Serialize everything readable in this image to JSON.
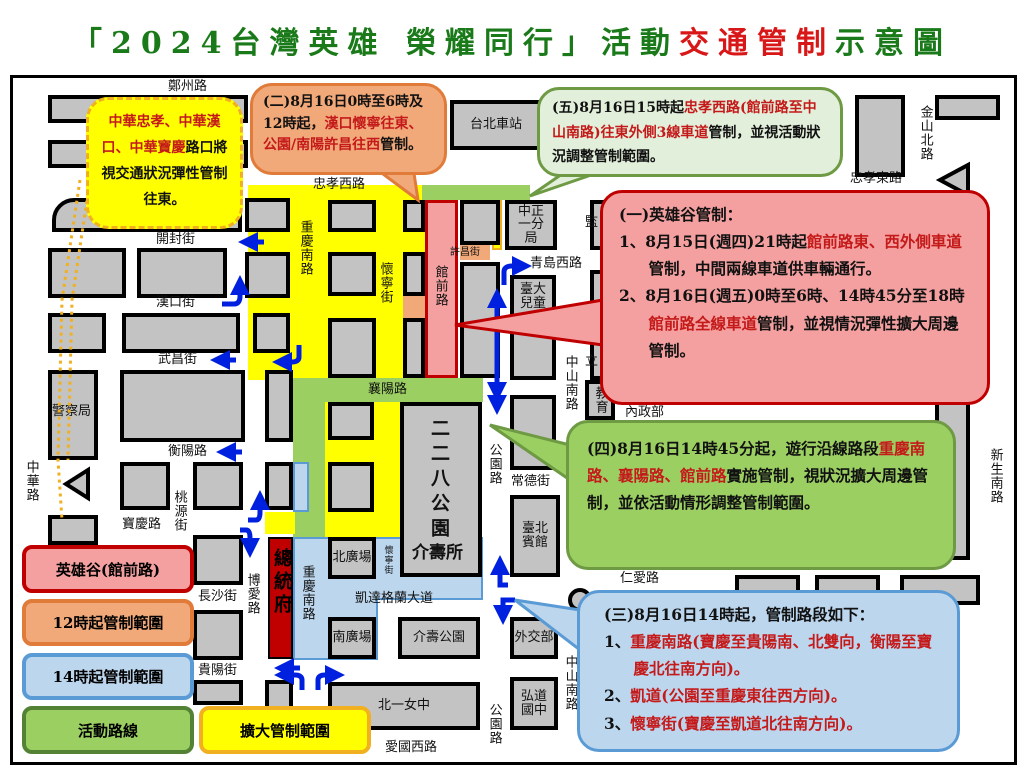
{
  "title": {
    "open": "「",
    "part1": "2024台灣英雄  榮耀同行",
    "close": "」",
    "part2": "活動",
    "red": "交通管制",
    "part3": "示意圖"
  },
  "colors": {
    "title_green": "#1a7a1a",
    "accent_red": "#c41a1a",
    "hero_valley": "#f4a0a0",
    "noon_zone": "#f2a97a",
    "afternoon_zone": "#bcd6ee",
    "route": "#9bcf62",
    "expanded": "#ffff00",
    "presidential_office": "#c00000",
    "arrow": "#0020e0"
  },
  "streets": {
    "zhengzhou": "鄭州路",
    "zhongxiao_w": "忠孝西路",
    "kaifeng": "開封街",
    "hankou": "漢口街",
    "wuchang": "武昌街",
    "hengyang": "衡陽路",
    "baoqing": "寶慶路",
    "changsha": "長沙街",
    "guiyang": "貴陽街",
    "aiguo_w": "愛國西路",
    "taoyuan": "桃源街",
    "boai": "博愛路",
    "zhonghua": "中華路",
    "chongqing_s_1": "重慶南路",
    "chongqing_s_2": "重慶南路",
    "huaining": "懷寧街",
    "huaining_small": "懷寧街",
    "guanqian": "館前路",
    "xuchang": "許昌街",
    "qingdao_w": "青島西路",
    "xiangyang": "襄陽路",
    "ketagalan": "凱達格蘭大道",
    "gongyuan_1": "公園路",
    "gongyuan_2": "公園路",
    "changde": "常德街",
    "zhongshan_s_1": "中山南路",
    "zhongshan_s_2": "中山南路",
    "renai": "仁愛路",
    "zhongxiao_e": "忠孝東路",
    "jinshan_n": "金山北路",
    "xinsheng_s": "新生南路"
  },
  "places": {
    "taipei_station": "台北車站",
    "zhongzheng_1": "中正一分局",
    "ntu_children": "臺大兒童",
    "park_228": "二二八公園",
    "jieshou_suo": "介壽所",
    "north_plaza": "北廣場",
    "south_plaza": "南廣場",
    "jieshou_park": "介壽公園",
    "presidential_office": "總統府",
    "taipei_guest_house": "臺北賓館",
    "mofa": "外交部",
    "hongdao": "弘道國中",
    "first_girls": "北一女中",
    "police": "警察局",
    "education": "教育",
    "interior": "內政部",
    "jian": "監",
    "li": "立"
  },
  "note_zhonghua": {
    "red": "中華忠孝、中華漢口、中華寶慶",
    "black": "路口將視交通狀況彈性管制往東。"
  },
  "callout_2": {
    "a": "(二)8月16日0時至6時及12時起，",
    "b": "漢口懷寧往東、公園/南陽許昌往西",
    "c": "管制。"
  },
  "callout_5": {
    "a": "(五)8月16日15時起",
    "b": "忠孝西路(館前路至中山南路)往東外側3線車道",
    "c": "管制，並視活動狀況調整管制範圍。"
  },
  "callout_1": {
    "heading": "(一)英雄谷管制：",
    "item1": {
      "a": "1、8月15日(週四)21時起",
      "b": "館前路東、西外側車道",
      "c": "管制，中間兩線車道供車輛通行。"
    },
    "item2": {
      "a": "2、8月16日(週五)0時至6時、14時45分至18時",
      "b": "館前路全線車道",
      "c": "管制，並視情況彈性擴大周邊管制。"
    }
  },
  "callout_4": {
    "a": "(四)8月16日14時45分起，遊行沿線路段",
    "b": "重慶南路、襄陽路、館前路",
    "c": "實施管制，視狀況擴大周邊管制，並依活動情形調整管制範圍。"
  },
  "callout_3": {
    "heading": "(三)8月16日14時起，管制路段如下：",
    "items": [
      {
        "n": "1、",
        "t": "重慶南路(寶慶至貴陽南、北雙向，衡陽至寶慶北往南方向)。"
      },
      {
        "n": "2、",
        "t": "凱道(公園至重慶東往西方向)。"
      },
      {
        "n": "3、",
        "t": "懷寧街(寶慶至凱道北往南方向)。"
      }
    ]
  },
  "legend": {
    "hero_valley": "英雄谷(館前路)",
    "noon": "12時起管制範圍",
    "afternoon": "14時起管制範圍",
    "route": "活動路線",
    "expanded": "擴大管制範圍"
  }
}
